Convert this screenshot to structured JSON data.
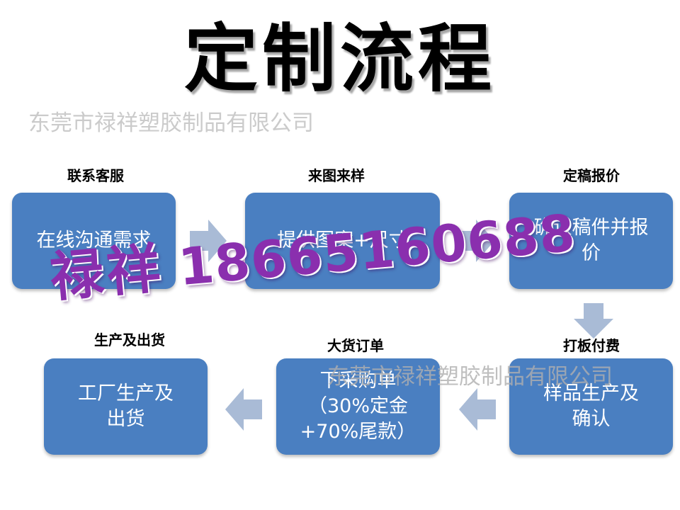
{
  "title": "定制流程",
  "watermark": "东莞市禄祥塑胶制品有限公司",
  "contact": {
    "name": "禄祥",
    "phone": "18665160688"
  },
  "colors": {
    "box": "#4a7fc1",
    "arrow": "#a9bbd6",
    "contact": "#8a2fae"
  },
  "steps": [
    {
      "label": "联系客服",
      "text": "在线沟通需求"
    },
    {
      "label": "来图来样",
      "text": "提供图案+尺寸"
    },
    {
      "label": "定稿报价",
      "text": "确认稿件并报\n价"
    },
    {
      "label": "打板付费",
      "text": "样品生产及\n确认"
    },
    {
      "label": "大货订单",
      "text": "下采购单\n（30%定金\n+70%尾款）"
    },
    {
      "label": "生产及出货",
      "text": "工厂生产及\n出货"
    }
  ]
}
